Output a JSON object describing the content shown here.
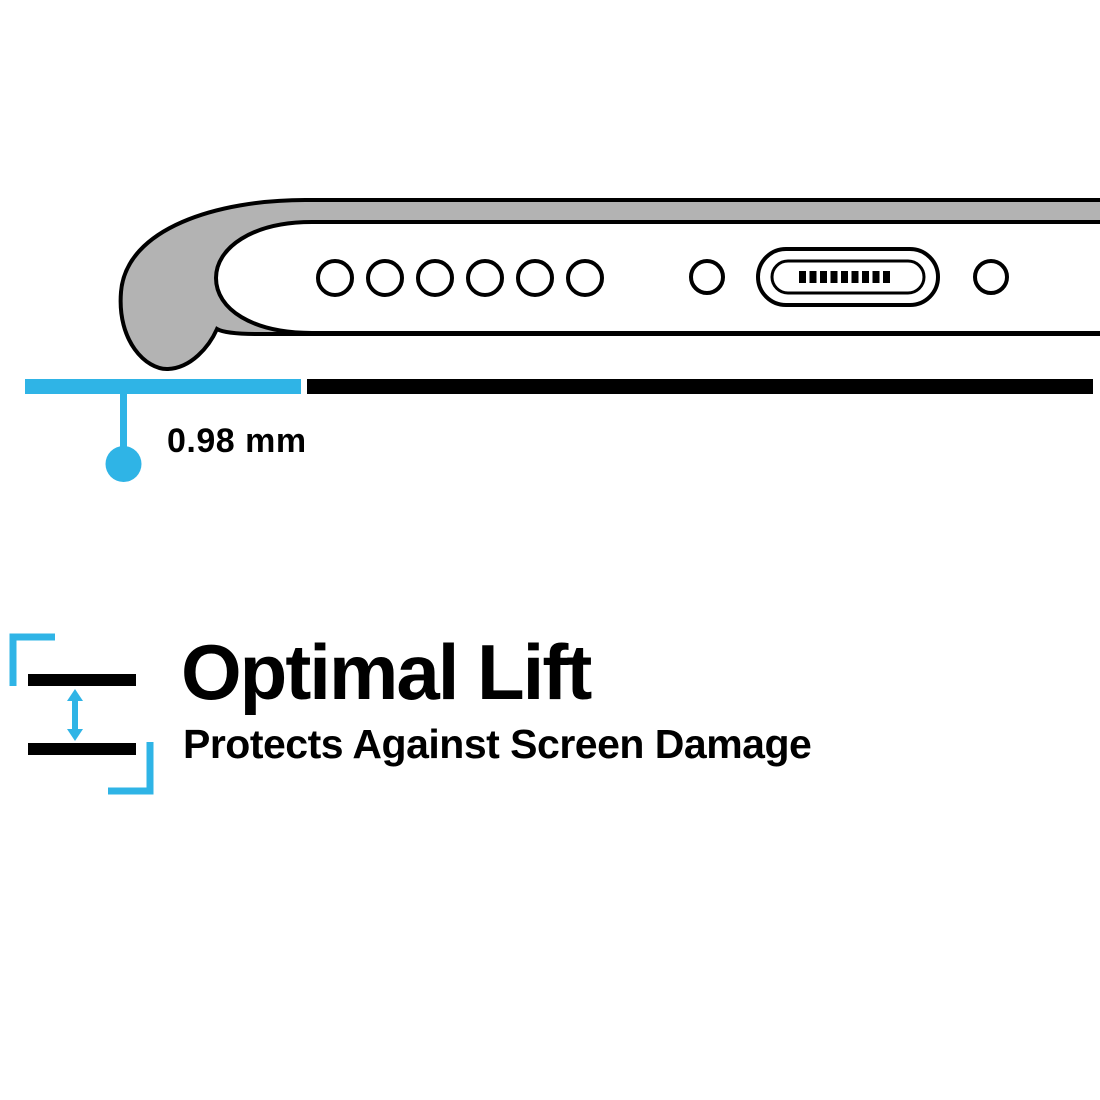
{
  "colors": {
    "accent": "#2FB4E6",
    "case_gray": "#B3B3B3",
    "ink": "#000000"
  },
  "illustration": {
    "name": "phone-case-bottom-edge-cross-section",
    "speaker_hole_count": 6,
    "port": "charging-port"
  },
  "measurement": {
    "label": "0.98 mm"
  },
  "feature": {
    "title": "Optimal Lift",
    "subtitle": "Protects Against Screen Damage"
  }
}
